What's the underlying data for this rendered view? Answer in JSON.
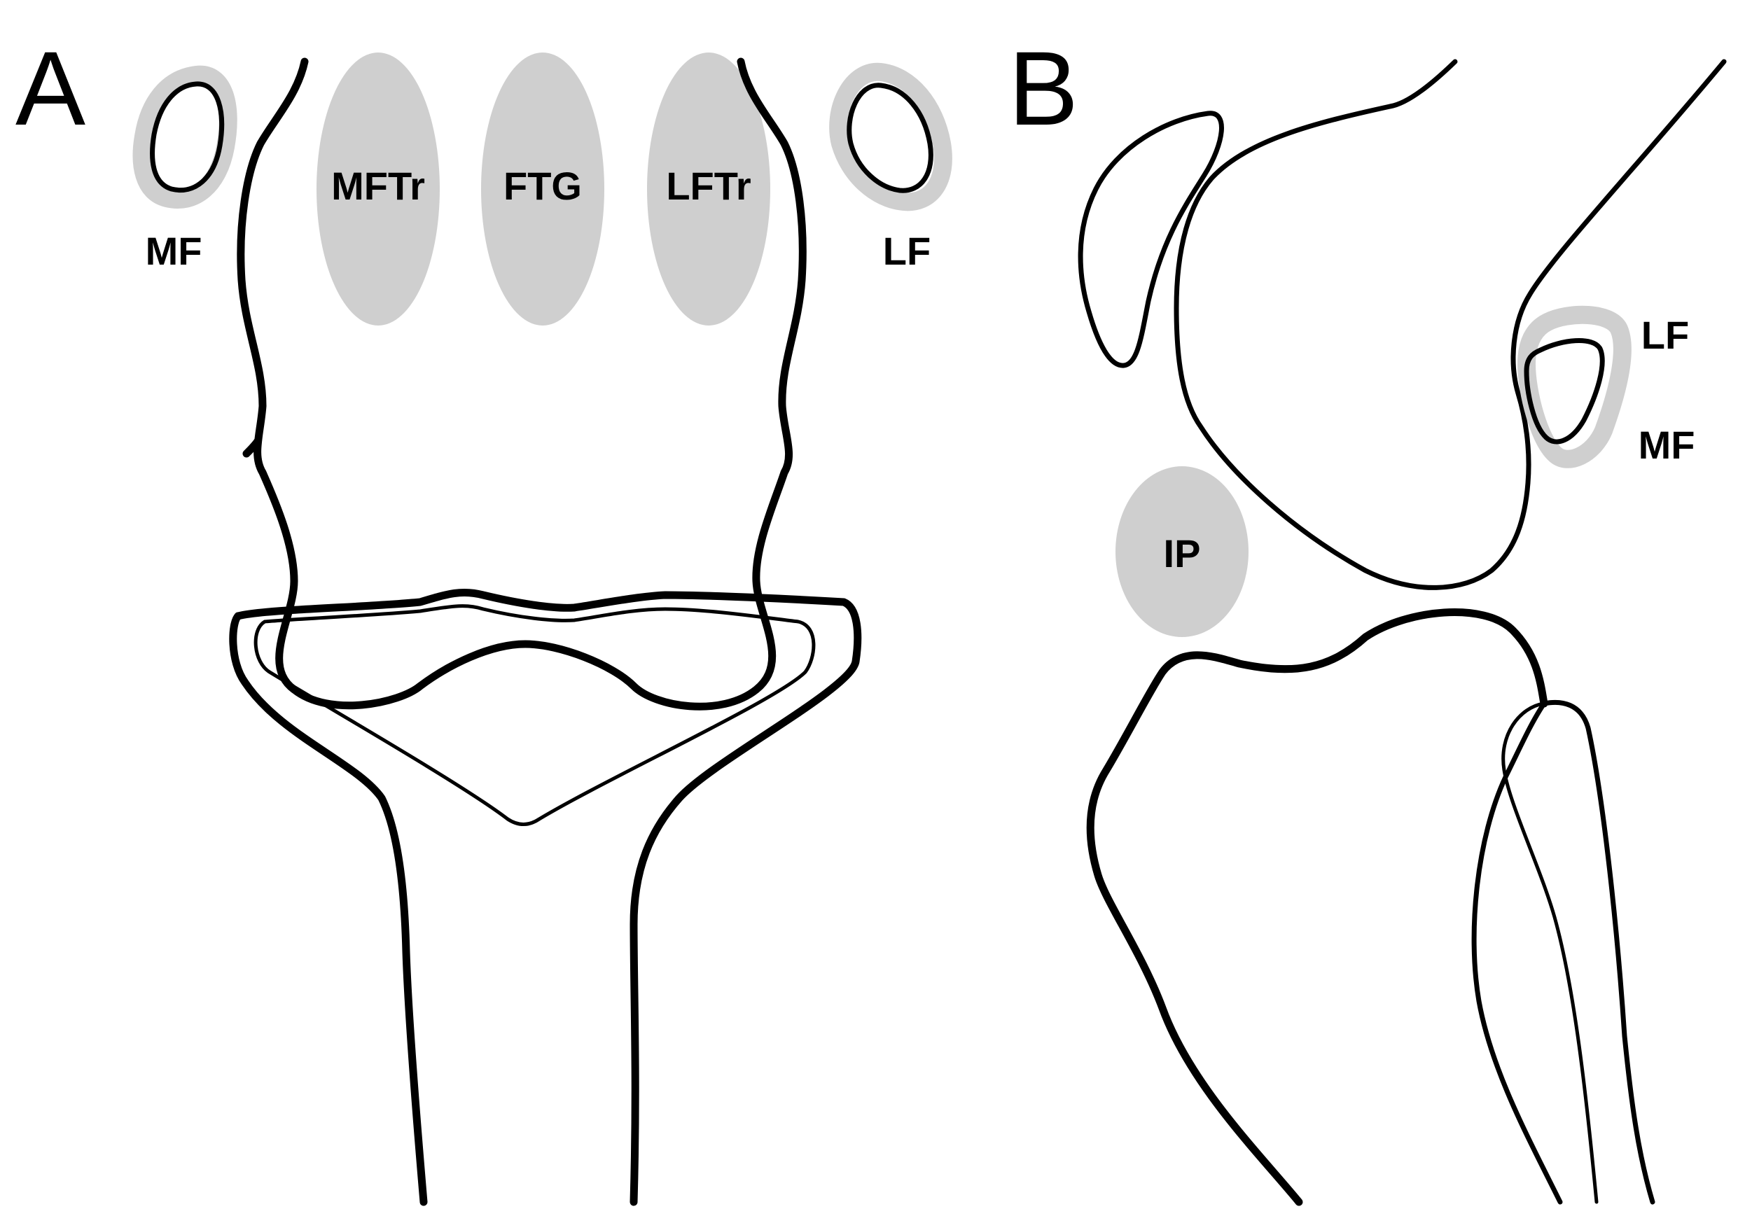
{
  "panels": {
    "a": {
      "panel_label": "A",
      "regions": {
        "mftr": "MFTr",
        "ftg": "FTG",
        "lftr": "LFTr",
        "mf": "MF",
        "lf": "LF"
      }
    },
    "b": {
      "panel_label": "B",
      "regions": {
        "lf": "LF",
        "mf": "MF",
        "ip": "IP"
      }
    }
  },
  "colors": {
    "highlight_gray": "#cfcfcf",
    "outline": "#000000",
    "background": "#ffffff"
  }
}
